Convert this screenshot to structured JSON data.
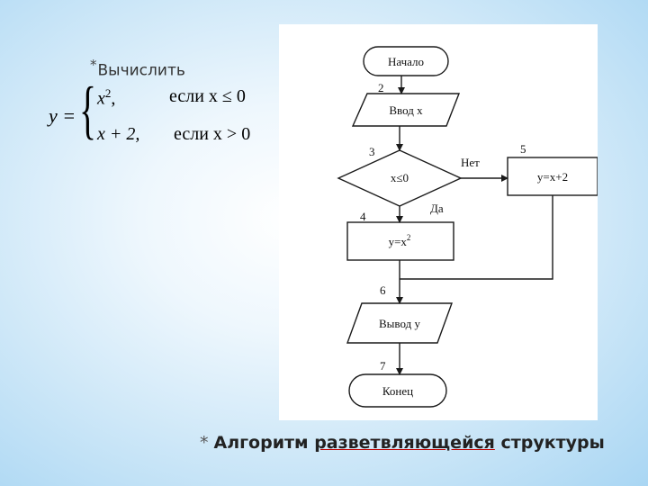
{
  "task": {
    "bullet": "*",
    "heading": "Вычислить"
  },
  "formula": {
    "lhs": "y =",
    "case1_expr": "x",
    "case1_power": "2",
    "case1_sep": ",",
    "case1_cond": "если x ≤ 0",
    "case2_expr": "x + 2,",
    "case2_cond": "если x > 0"
  },
  "flowchart": {
    "start_label": "Начало",
    "input_label": "Ввод x",
    "decision_label": "x≤0",
    "assign_true_label": "y=x",
    "assign_true_power": "2",
    "assign_false_label": "y=x+2",
    "output_label": "Вывод y",
    "end_label": "Конец",
    "branch_no": "Нет",
    "branch_yes": "Да",
    "step_numbers": [
      "2",
      "3",
      "4",
      "5",
      "6",
      "7"
    ]
  },
  "caption": {
    "bullet": "*",
    "word1": "Алгоритм",
    "word2": "разветвляющейся",
    "word3": "структуры"
  },
  "colors": {
    "misspell_underline": "#c00000"
  }
}
